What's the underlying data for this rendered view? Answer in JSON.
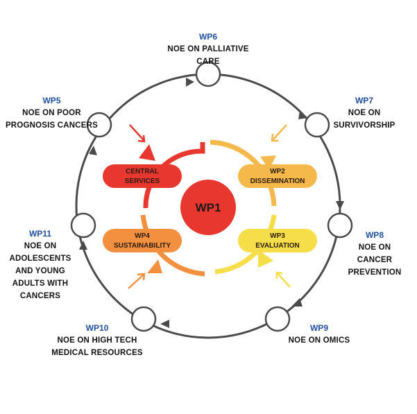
{
  "center": {
    "label": "WP1"
  },
  "inner": [
    {
      "label_line1": "CENTRAL",
      "label_line2": "SERVICES",
      "color": "#e8372e"
    },
    {
      "label_line1": "WP2",
      "label_line2": "DISSEMINATION",
      "color": "#f5b84a"
    },
    {
      "label_line1": "WP3",
      "label_line2": "EVALUATION",
      "color": "#f6de4a"
    },
    {
      "label_line1": "WP4",
      "label_line2": "SUSTAINABILITY",
      "color": "#f3903f"
    }
  ],
  "outer": [
    {
      "code": "WP6",
      "name_line1": "NOE ON PALLIATIVE",
      "name_line2": "CARE"
    },
    {
      "code": "WP7",
      "name_line1": "NOE ON",
      "name_line2": "SURVIVORSHIP"
    },
    {
      "code": "WP8",
      "name_line1": "NOE ON",
      "name_line2": "CANCER",
      "name_line3": "PREVENTION"
    },
    {
      "code": "WP9",
      "name_line1": "NOE ON OMICS"
    },
    {
      "code": "WP10",
      "name_line1": "NOE ON HIGH TECH",
      "name_line2": "MEDICAL RESOURCES"
    },
    {
      "code": "WP11",
      "name_line1": "NOE ON",
      "name_line2": "ADOLESCENTS",
      "name_line3": "AND YOUNG",
      "name_line4": "ADULTS WITH",
      "name_line5": "CANCERS"
    },
    {
      "code": "WP5",
      "name_line1": "NOE ON POOR",
      "name_line2": "PROGNOSIS CANCERS"
    }
  ],
  "colors": {
    "ring": "#4a4a4a",
    "red": "#e8372e",
    "amber": "#f5b84a",
    "yellow": "#f6de4a",
    "orange": "#f3903f",
    "code_blue": "#1f4e9a"
  }
}
